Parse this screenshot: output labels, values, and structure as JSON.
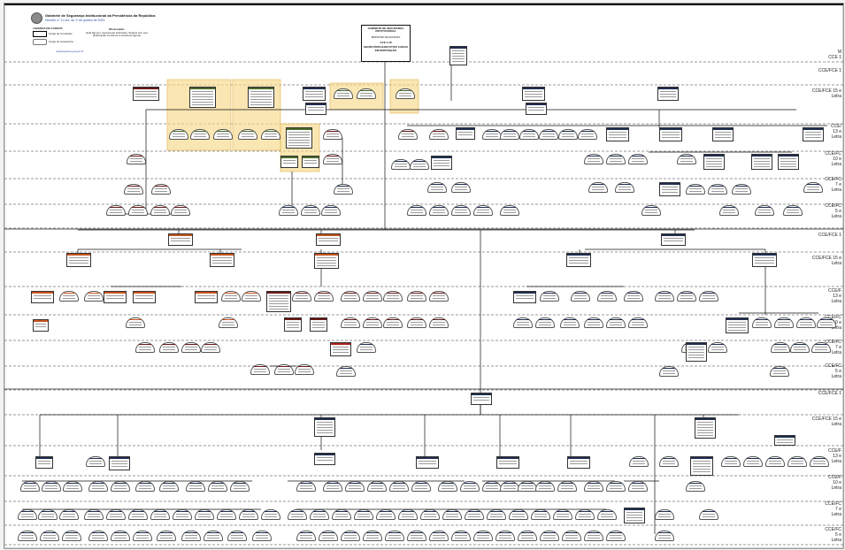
{
  "document": {
    "institution_title": "Gabinete de Segurança Institucional da Presidência da República",
    "decree_line": "Decreto nº 11.xxx, de 1º de janeiro de 2023",
    "root_unit": {
      "line1": "GABINETE DE SEGURANÇA INSTITUCIONAL",
      "line2": "MINISTRO DE ESTADO",
      "line3": "CCE 1.18",
      "line4": "SECRETÁRIO-EXECUTIVO CARGO EM DISPOSIÇÃO"
    }
  },
  "legend": {
    "title": "LEGENDA DE CARGOS",
    "item_box": "Cargo de Comissão",
    "item_round": "Cargo de Assessoria",
    "notes_title": "Observação:",
    "notes": "Esta figura é meramente ilustrativa. Seções tem sua distribuição conforme a estrutura vigente",
    "link": "organograma.gsi.gov.br"
  },
  "levels": [
    {
      "label": "M\nCCE 1"
    },
    {
      "label": "CCE/FCE 1"
    },
    {
      "label": "CCE/FCE 15 e\nLetra"
    },
    {
      "label": "CCE/\n13 e\nLetra"
    },
    {
      "label": "CCE/FC\n10 e\nLetra"
    },
    {
      "label": "CCE/FC\n7 e\nLetra"
    },
    {
      "label": "CCE/FC\n5 e\nLetra"
    },
    {
      "label": "CCE/FCE 1"
    },
    {
      "label": "CCE/FCE 15 e\nLetra"
    },
    {
      "label": "CCE/F\n13 e\nLetra"
    },
    {
      "label": "CCE/FC\n10 e\nLetra"
    },
    {
      "label": "CCE/FC\n7 e\nLetra"
    },
    {
      "label": "CCE/FC\n5 e\nLetra"
    },
    {
      "label": "CCE/FCE 1"
    },
    {
      "label": "CCE/FCE 15 e\nLetra"
    },
    {
      "label": "CCE/F\n13 e\nLetra"
    },
    {
      "label": "CCE/F\n10 e\nLetra"
    },
    {
      "label": "CCE/FC\n7 e\nLetra"
    },
    {
      "label": "CCE/FC\n5 e\nLetra"
    }
  ],
  "colors": {
    "navy": "#1f2d4f",
    "brown": "#6a1818",
    "orange": "#c8541e",
    "olive": "#4a6a2a",
    "red": "#b02020",
    "highlight": "#f6d98a",
    "line": "#111111"
  }
}
